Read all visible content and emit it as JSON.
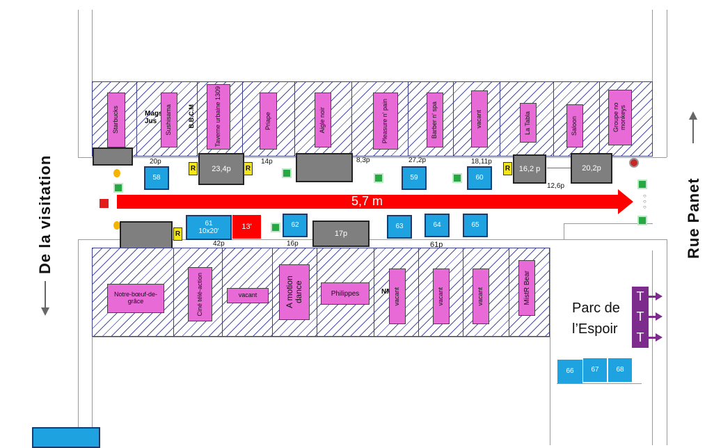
{
  "side_labels": {
    "left": "De la visitation",
    "right": "Rue Panet"
  },
  "distance": "5,7 m",
  "park": {
    "line1": "Parc de",
    "line2": "l’Espoir",
    "marker": "T"
  },
  "north_shops": [
    "Starbucks",
    "Sushisama",
    "Taverne urbaine 1309",
    "Priape",
    "Aigle noir",
    "Pleasure n' pain",
    "Barber n' spa",
    "vacant",
    "La Tabla",
    "Saloon",
    "Groupe no monkeys"
  ],
  "north_small": {
    "logo_text": "Mags Jus",
    "bcm": "B.B.C.M"
  },
  "south_shops": [
    "Notre-bœuf-de-grâce",
    "Ciné télé-action",
    "vacant",
    "A motion dance",
    "Philippes",
    "vacant",
    "vacant",
    "vacant",
    "MistR Bear"
  ],
  "south_small": "NM",
  "blue": {
    "b58": "58",
    "b59": "59",
    "b60": "60",
    "b61": "61\n10x20'",
    "b62": "62",
    "b63": "63",
    "b64": "64",
    "b65": "65",
    "b66": "66",
    "b67": "67",
    "b68": "68"
  },
  "red_box": "13'",
  "gray": {
    "g234": "23,4p",
    "g162": "16,2\np",
    "g202": "20,2p",
    "g17": "17p"
  },
  "r_marker": "R",
  "measures": {
    "m20": "20p",
    "m14": "14p",
    "m83": "8,3p",
    "m272": "27,2p",
    "m1811": "18,11p",
    "m126": "12,6p",
    "m42": "42p",
    "m16": "16p",
    "m61": "61p"
  },
  "colors": {
    "shop": "#e86ad6",
    "spot": "#1fa3e0",
    "arrow": "#ff0000",
    "park_marker": "#7d2b8c"
  }
}
